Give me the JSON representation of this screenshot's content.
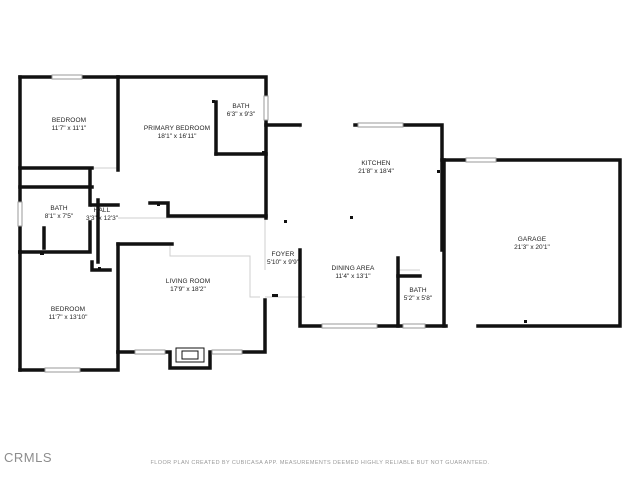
{
  "rooms": [
    {
      "name": "BEDROOM",
      "dims": "11'7\" x 11'1\""
    },
    {
      "name": "PRIMARY BEDROOM",
      "dims": "18'1\" x 16'11\""
    },
    {
      "name": "BATH",
      "dims": "6'3\" x 9'3\""
    },
    {
      "name": "KITCHEN",
      "dims": "21'8\" x 18'4\""
    },
    {
      "name": "BATH",
      "dims": "8'1\" x 7'5\""
    },
    {
      "name": "HALL",
      "dims": "3'3\" x 12'3\""
    },
    {
      "name": "GARAGE",
      "dims": "21'3\" x 20'1\""
    },
    {
      "name": "FOYER",
      "dims": "5'10\" x 9'9\""
    },
    {
      "name": "LIVING ROOM",
      "dims": "17'9\" x 18'2\""
    },
    {
      "name": "DINING AREA",
      "dims": "11'4\" x 13'1\""
    },
    {
      "name": "BATH",
      "dims": "5'2\" x 5'8\""
    },
    {
      "name": "BEDROOM",
      "dims": "11'7\" x 13'10\""
    }
  ],
  "watermark": "CRMLS",
  "footer": "FLOOR PLAN CREATED BY CUBICASA APP. MEASUREMENTS DEEMED HIGHLY RELIABLE BUT NOT GUARANTEED.",
  "colors": {
    "wall": "#111111",
    "thin_line": "#cfcfcf",
    "window": "#9a9a9a",
    "label": "#222222"
  }
}
